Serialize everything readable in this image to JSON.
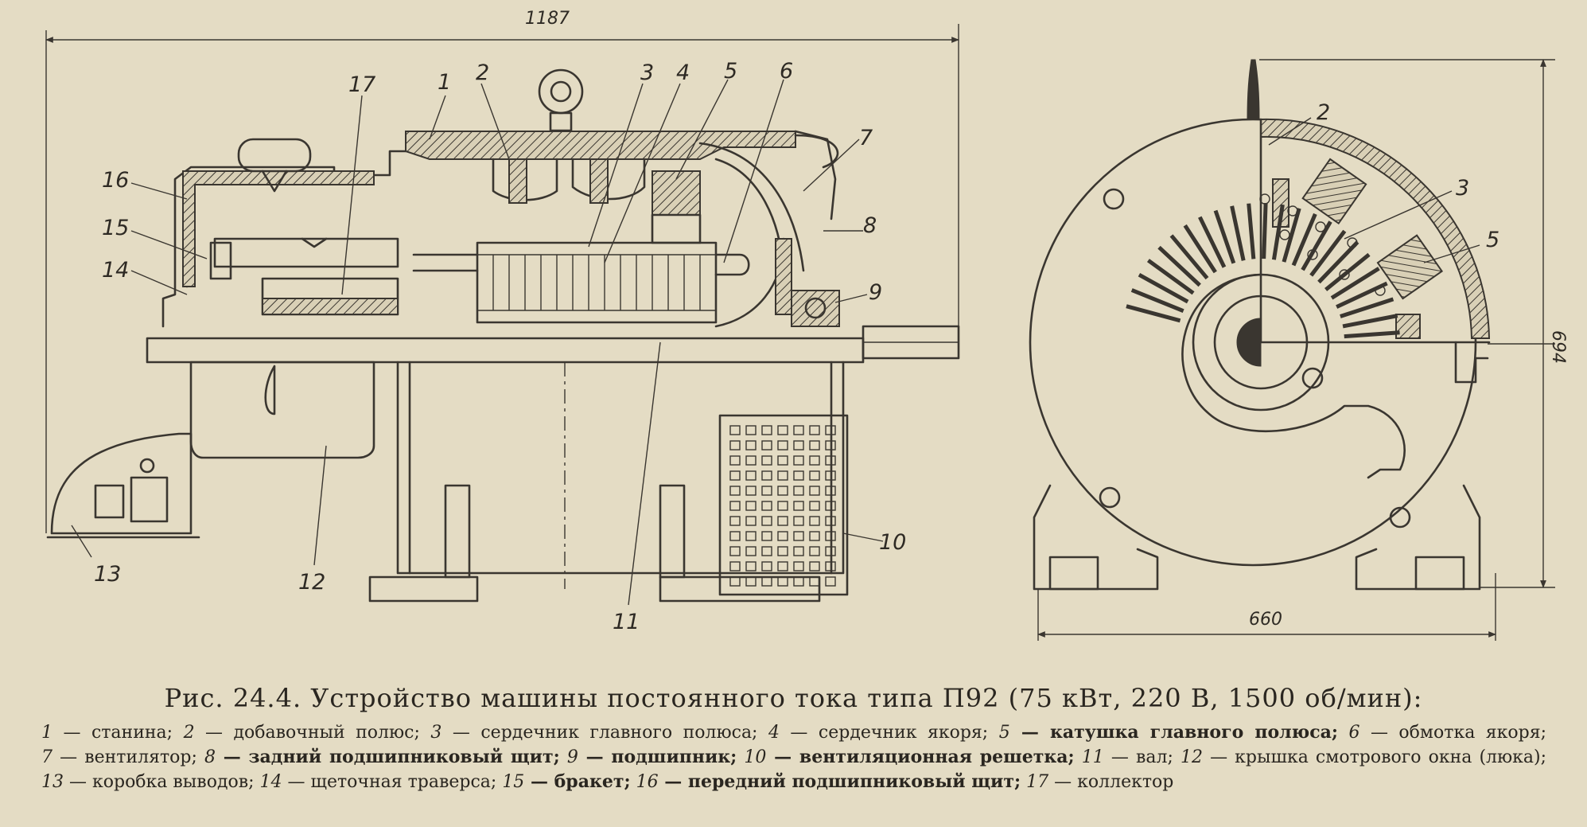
{
  "caption": "Рис. 24.4. Устройство машины постоянного тока типа П92 (75 кВт, 220 В, 1500 об/мин):",
  "dimensions": {
    "length": "1187",
    "width": "660",
    "height": "694"
  },
  "side_labels": [
    "1",
    "2",
    "3",
    "4",
    "5",
    "6",
    "7",
    "8",
    "9",
    "10",
    "11",
    "12",
    "13",
    "14",
    "15",
    "16",
    "17"
  ],
  "front_labels": [
    "2",
    "3",
    "5"
  ],
  "legend": [
    {
      "num": "1",
      "text": " — станина;",
      "bold": false
    },
    {
      "num": "2",
      "text": " — добавочный полюс;",
      "bold": false
    },
    {
      "num": "3",
      "text": " — сердечник главного полюса;",
      "bold": false
    },
    {
      "num": "4",
      "text": " — сердечник якоря;",
      "bold": false
    },
    {
      "num": "5",
      "text": " — катушка главного полюса;",
      "bold": true
    },
    {
      "num": "6",
      "text": " — обмотка якоря;",
      "bold": false
    },
    {
      "num": "7",
      "text": " — вентилятор;",
      "bold": false
    },
    {
      "num": "8",
      "text": " — задний подшипниковый щит;",
      "bold": true
    },
    {
      "num": "9",
      "text": " — подшипник;",
      "bold": true
    },
    {
      "num": "10",
      "text": " — вентиляционная решетка;",
      "bold": true
    },
    {
      "num": "11",
      "text": " — вал;",
      "bold": false
    },
    {
      "num": "12",
      "text": " — крышка смотрового окна (люка);",
      "bold": false
    },
    {
      "num": "13",
      "text": " — коробка выводов;",
      "bold": false
    },
    {
      "num": "14",
      "text": " — щеточная траверса;",
      "bold": false
    },
    {
      "num": "15",
      "text": " — бракет;",
      "bold": true
    },
    {
      "num": "16",
      "text": " — передний подшипниковый щит;",
      "bold": true
    },
    {
      "num": "17",
      "text": " — коллектор",
      "bold": false
    }
  ]
}
